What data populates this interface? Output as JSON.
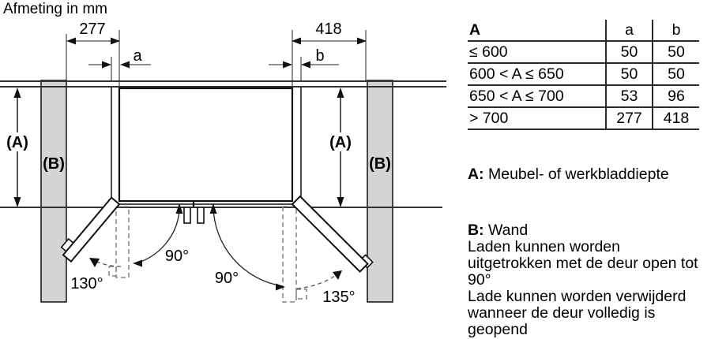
{
  "title": "Afmeting in mm",
  "diagram": {
    "dim_left": "277",
    "dim_right": "418",
    "gap_left": "a",
    "gap_right": "b",
    "depth_label": "(A)",
    "wall_label": "(B)",
    "angles": {
      "left_open": "130°",
      "left_90": "90°",
      "right_90": "90°",
      "right_open": "135°"
    }
  },
  "table": {
    "header": {
      "col_range": "A",
      "col_a": "a",
      "col_b": "b"
    },
    "rows": [
      {
        "range": "≤ 600",
        "a": "50",
        "b": "50"
      },
      {
        "range": "600 < A ≤ 650",
        "a": "50",
        "b": "50"
      },
      {
        "range": "650 < A ≤ 700",
        "a": "53",
        "b": "96"
      },
      {
        "range": "> 700",
        "a": "277",
        "b": "418"
      }
    ]
  },
  "notes": {
    "a_key": "A:",
    "a_text": "Meubel- of werkbladdiepte",
    "b_key": "B:",
    "b_text": "Wand",
    "b_line1": "Laden kunnen worden uitgetrokken met de deur open tot 90°",
    "b_line2": "Lade kunnen worden verwijderd wanneer de deur volledig is geopend"
  }
}
